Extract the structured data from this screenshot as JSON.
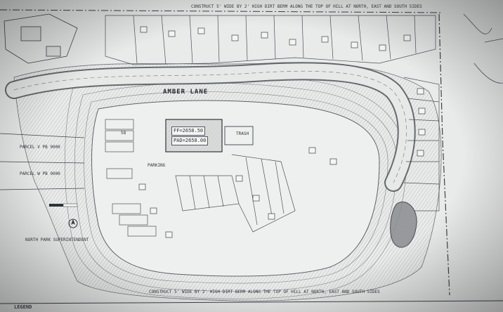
{
  "road_label": "AMBER LANE",
  "building": {
    "ff_label": "FF=2658.50",
    "pad_label": "PAD=2658.00"
  },
  "parcels": [
    {
      "name": "PARCEL V PB 9000"
    },
    {
      "name": "PARCEL W PB 9000"
    }
  ],
  "lot_number": "58",
  "legend_label": "LEGEND",
  "notes": {
    "top_note": "CONSTRUCT 5' WIDE BY 2' HIGH DIRT BERM ALONG THE TOP OF HILL AT NORTH, EAST AND SOUTH SIDES",
    "bottom_note": "CONSTRUCT 5' WIDE BY 2' HIGH DIRT BERM ALONG THE TOP OF HILL AT NORTH, EAST AND SOUTH SIDES",
    "trash_label": "TRASH",
    "parking_label": "PARKING",
    "north_house": "NORTH PARK SUPERINTENDENT"
  },
  "colors": {
    "paper": "#e9ebea",
    "ink": "#3c3f44"
  }
}
